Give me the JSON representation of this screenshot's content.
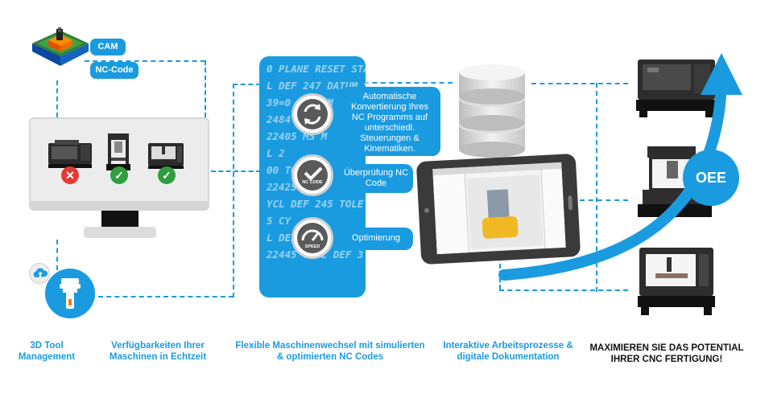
{
  "colors": {
    "accent": "#1a9be0",
    "dark": "#222222",
    "panel": "#e9e9e9"
  },
  "badges": {
    "cam": "CAM",
    "nc_code": "NC-Code"
  },
  "code_lines": [
    "0 PLANE RESET STA",
    "L DEF 247 DATUM S",
    "39=0 ;DATUM NUM",
    "2484",
    "",
    "",
    "22405 M5 M",
    "L 2",
    "00 TOOL",
    "",
    "22425 M3",
    "YCL DEF 245 TOLE",
    "5 CY",
    "L DEF 2",
    "22445 TOOL DEF 3",
    "L DEF 247 DATUM S",
    "39=0 ;DATUM NUM"
  ],
  "process": {
    "convert_text": "Automatische Konvertierung Ihres NC Programms auf unterschiedl. Steuerungen & Kinematiken.",
    "check_text": "Überprüfung NC Code",
    "check_icon_label": "NC CODE",
    "optimize_text": "Optimierung",
    "optimize_icon_label": "SPEED"
  },
  "oee_label": "OEE",
  "captions": {
    "tool_management": "3D Tool Management",
    "availability": "Verfügbarkeiten Ihrer Maschinen in Echtzeit",
    "flexible": "Flexible Maschinenwechsel mit simulierten & optimierten NC Codes",
    "interactive": "Interaktive Arbeitsprozesse & digitale Dokumentation",
    "maximize": "MAXIMIEREN SIE DAS POTENTIAL IHRER CNC FERTIGUNG!"
  },
  "machine_status": [
    "error",
    "ok",
    "ok"
  ]
}
